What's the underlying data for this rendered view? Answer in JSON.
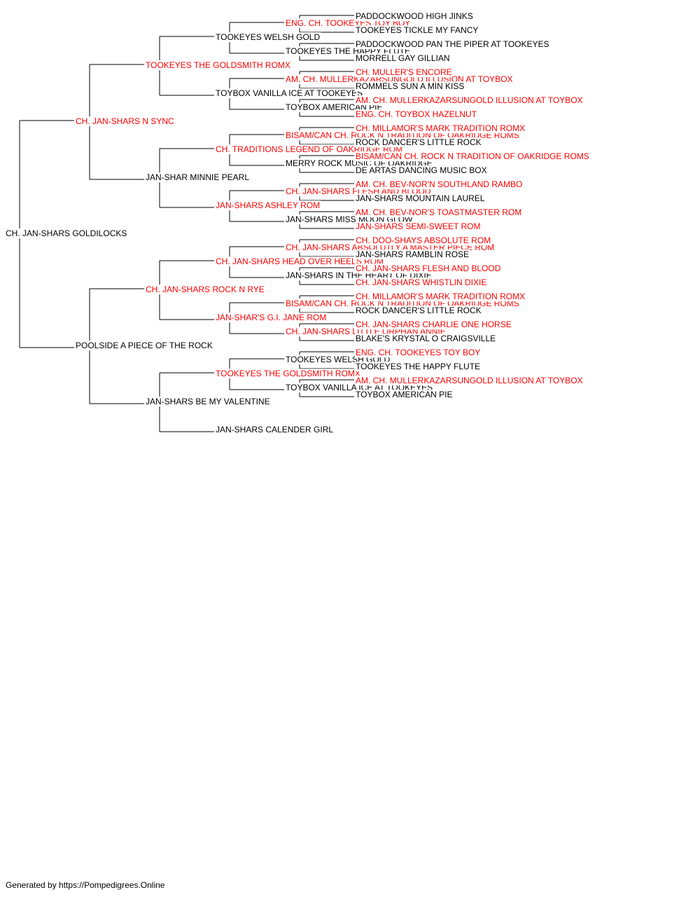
{
  "colors": {
    "champion": "#ff0000",
    "normal": "#000000",
    "line": "#000000"
  },
  "footer": "Generated by https://Pompedigrees.Online",
  "dogs": [
    {
      "gen": 0,
      "slot": 0,
      "name": "CH. JAN-SHARS GOLDILOCKS",
      "red": false
    },
    {
      "gen": 1,
      "slot": 0,
      "name": "CH. JAN-SHARS N SYNC",
      "red": true
    },
    {
      "gen": 1,
      "slot": 1,
      "name": "POOLSIDE A PIECE OF THE ROCK",
      "red": false
    },
    {
      "gen": 2,
      "slot": 0,
      "name": "TOOKEYES THE GOLDSMITH ROMX",
      "red": true
    },
    {
      "gen": 2,
      "slot": 1,
      "name": "JAN-SHAR MINNIE PEARL",
      "red": false
    },
    {
      "gen": 2,
      "slot": 2,
      "name": "CH. JAN-SHARS ROCK N RYE",
      "red": true
    },
    {
      "gen": 2,
      "slot": 3,
      "name": "JAN-SHARS BE MY VALENTINE",
      "red": false
    },
    {
      "gen": 3,
      "slot": 0,
      "name": "TOOKEYES WELSH GOLD",
      "red": false
    },
    {
      "gen": 3,
      "slot": 1,
      "name": "TOYBOX VANILLA ICE AT TOOKEYES",
      "red": false
    },
    {
      "gen": 3,
      "slot": 2,
      "name": "CH. TRADITIONS LEGEND OF OAKRIDGE ROM",
      "red": true
    },
    {
      "gen": 3,
      "slot": 3,
      "name": "JAN-SHARS ASHLEY ROM",
      "red": true
    },
    {
      "gen": 3,
      "slot": 4,
      "name": "CH. JAN-SHARS HEAD OVER HEELS ROM",
      "red": true
    },
    {
      "gen": 3,
      "slot": 5,
      "name": "JAN-SHAR'S G.I. JANE ROM",
      "red": true
    },
    {
      "gen": 3,
      "slot": 6,
      "name": "TOOKEYES THE GOLDSMITH ROMX",
      "red": true
    },
    {
      "gen": 3,
      "slot": 7,
      "name": "JAN-SHARS CALENDER GIRL",
      "red": false
    },
    {
      "gen": 4,
      "slot": 0,
      "name": "ENG. CH. TOOKEYES TOY BOY",
      "red": true
    },
    {
      "gen": 4,
      "slot": 1,
      "name": "TOOKEYES THE HAPPY FLUTE",
      "red": false
    },
    {
      "gen": 4,
      "slot": 2,
      "name": "AM. CH. MULLERKAZARSUNGOLD ILLUSION AT TOYBOX",
      "red": true
    },
    {
      "gen": 4,
      "slot": 3,
      "name": "TOYBOX AMERICAN PIE",
      "red": false
    },
    {
      "gen": 4,
      "slot": 4,
      "name": "BISAM/CAN CH. ROCK N TRADITION OF OAKRIDGE ROMS",
      "red": true
    },
    {
      "gen": 4,
      "slot": 5,
      "name": "MERRY ROCK MUSIC OF OAKRIDGE",
      "red": false
    },
    {
      "gen": 4,
      "slot": 6,
      "name": "CH. JAN-SHARS FLESH AND BLOOD",
      "red": true
    },
    {
      "gen": 4,
      "slot": 7,
      "name": "JAN-SHARS MISS MOON GLOW",
      "red": false
    },
    {
      "gen": 4,
      "slot": 8,
      "name": "CH. JAN-SHARS ABSOLUTLY A MASTER PIECE ROM",
      "red": true
    },
    {
      "gen": 4,
      "slot": 9,
      "name": "JAN-SHARS IN THE HEART OF DIXIE",
      "red": false
    },
    {
      "gen": 4,
      "slot": 10,
      "name": "BISAM/CAN CH. ROCK N TRADITION OF OAKRIDGE ROMS",
      "red": true
    },
    {
      "gen": 4,
      "slot": 11,
      "name": "CH. JAN-SHARS LITTLE ORPHAN ANNIE",
      "red": true
    },
    {
      "gen": 4,
      "slot": 12,
      "name": "TOOKEYES WELSH GOLD",
      "red": false
    },
    {
      "gen": 4,
      "slot": 13,
      "name": "TOYBOX VANILLA ICE AT TOOKEYES",
      "red": false
    },
    {
      "gen": 5,
      "slot": 0,
      "name": "PADDOCKWOOD HIGH JINKS",
      "red": false
    },
    {
      "gen": 5,
      "slot": 1,
      "name": "TOOKEYES TICKLE MY FANCY",
      "red": false
    },
    {
      "gen": 5,
      "slot": 2,
      "name": "PADDOCKWOOD PAN THE PIPER AT TOOKEYES",
      "red": false
    },
    {
      "gen": 5,
      "slot": 3,
      "name": "MORRELL GAY GILLIAN",
      "red": false
    },
    {
      "gen": 5,
      "slot": 4,
      "name": "CH. MULLER'S ENCORE",
      "red": true
    },
    {
      "gen": 5,
      "slot": 5,
      "name": "ROMMELS SUN A MIN KISS",
      "red": false
    },
    {
      "gen": 5,
      "slot": 6,
      "name": "AM. CH. MULLERKAZARSUNGOLD ILLUSION AT TOYBOX",
      "red": true
    },
    {
      "gen": 5,
      "slot": 7,
      "name": "ENG. CH. TOYBOX HAZELNUT",
      "red": true
    },
    {
      "gen": 5,
      "slot": 8,
      "name": "CH. MILLAMOR'S MARK TRADITION ROMX",
      "red": true
    },
    {
      "gen": 5,
      "slot": 9,
      "name": "ROCK DANCER'S LITTLE ROCK",
      "red": false
    },
    {
      "gen": 5,
      "slot": 10,
      "name": "BISAM/CAN CH. ROCK N TRADITION OF OAKRIDGE ROMS",
      "red": true
    },
    {
      "gen": 5,
      "slot": 11,
      "name": "DE ARTAS DANCING MUSIC BOX",
      "red": false
    },
    {
      "gen": 5,
      "slot": 12,
      "name": "AM. CH. BEV-NOR'N SOUTHLAND RAMBO",
      "red": true
    },
    {
      "gen": 5,
      "slot": 13,
      "name": "JAN-SHARS MOUNTAIN LAUREL",
      "red": false
    },
    {
      "gen": 5,
      "slot": 14,
      "name": "AM. CH. BEV-NOR'S TOASTMASTER ROM",
      "red": true
    },
    {
      "gen": 5,
      "slot": 15,
      "name": "JAN-SHARS SEMI-SWEET ROM",
      "red": true
    },
    {
      "gen": 5,
      "slot": 16,
      "name": "CH. DOO-SHAYS ABSOLUTE ROM",
      "red": true
    },
    {
      "gen": 5,
      "slot": 17,
      "name": "JAN-SHARS RAMBLIN ROSE",
      "red": false
    },
    {
      "gen": 5,
      "slot": 18,
      "name": "CH. JAN-SHARS FLESH AND BLOOD",
      "red": true
    },
    {
      "gen": 5,
      "slot": 19,
      "name": "CH. JAN-SHARS WHISTLIN DIXIE",
      "red": true
    },
    {
      "gen": 5,
      "slot": 20,
      "name": "CH. MILLAMOR'S MARK TRADITION ROMX",
      "red": true
    },
    {
      "gen": 5,
      "slot": 21,
      "name": "ROCK DANCER'S LITTLE ROCK",
      "red": false
    },
    {
      "gen": 5,
      "slot": 22,
      "name": "CH. JAN-SHARS CHARLIE ONE HORSE",
      "red": true
    },
    {
      "gen": 5,
      "slot": 23,
      "name": "BLAKE'S KRYSTAL O CRAIGSVILLE",
      "red": false
    },
    {
      "gen": 5,
      "slot": 24,
      "name": "ENG. CH. TOOKEYES TOY BOY",
      "red": true
    },
    {
      "gen": 5,
      "slot": 25,
      "name": "TOOKEYES THE HAPPY FLUTE",
      "red": false
    },
    {
      "gen": 5,
      "slot": 26,
      "name": "AM. CH. MULLERKAZARSUNGOLD ILLUSION AT TOYBOX",
      "red": true
    },
    {
      "gen": 5,
      "slot": 27,
      "name": "TOYBOX AMERICAN PIE",
      "red": false
    }
  ]
}
